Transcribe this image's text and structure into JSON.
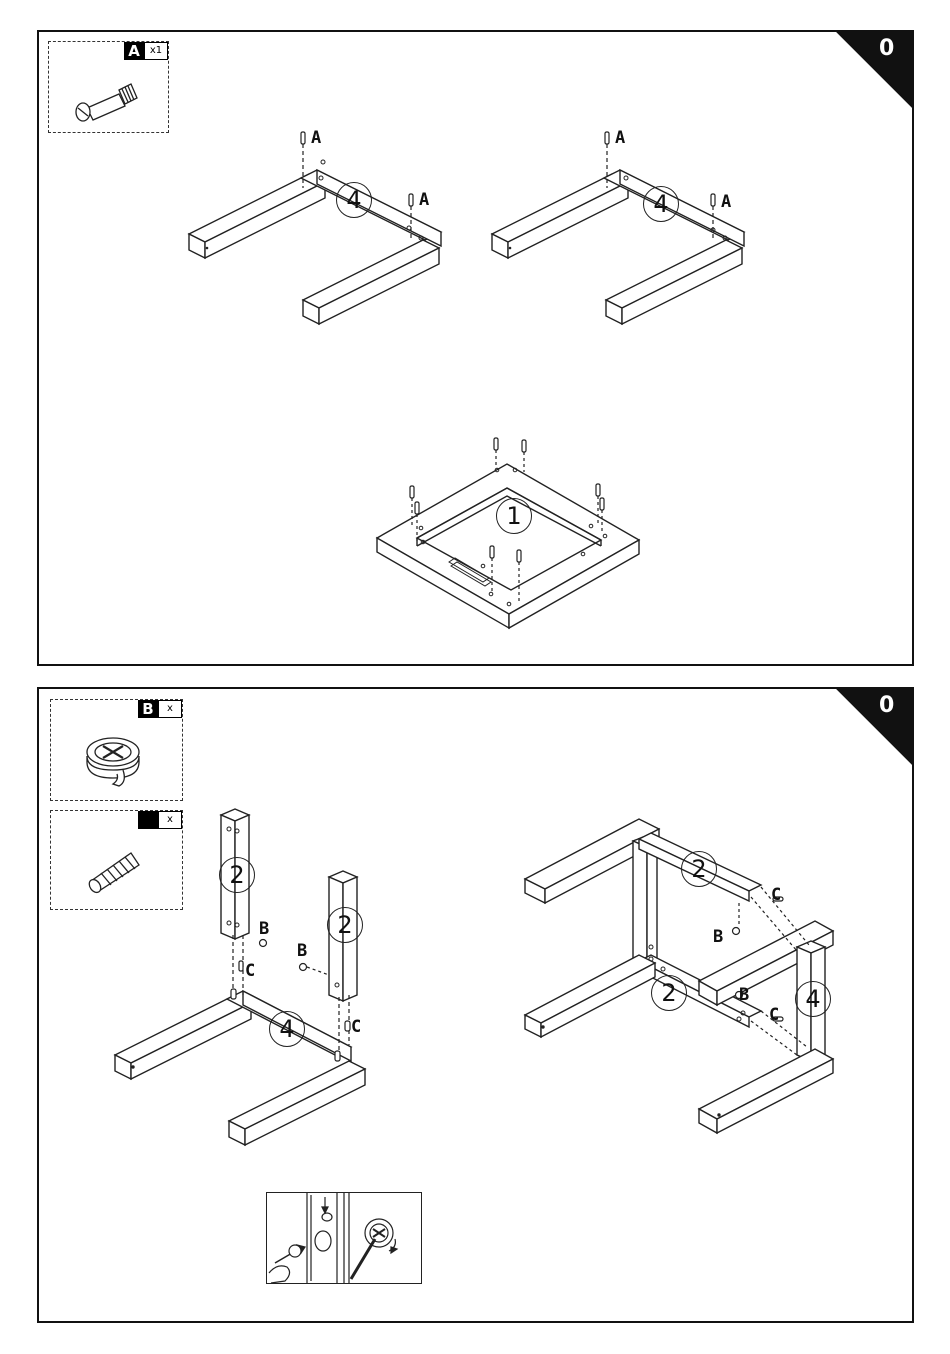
{
  "panels": [
    {
      "step_number": "0",
      "parts": [
        {
          "code": "A",
          "qty": "x1",
          "icon": "cam-bolt-icon"
        }
      ],
      "labels": {
        "a1": "A",
        "a2": "A",
        "a3": "A",
        "a4": "A"
      },
      "part_numbers": {
        "frame_left": "4",
        "frame_right": "4",
        "top_frame": "1"
      }
    },
    {
      "step_number": "0",
      "parts": [
        {
          "code": "B",
          "qty": "x",
          "icon": "cam-lock-icon"
        },
        {
          "code": "",
          "qty": "x",
          "icon": "wood-dowel-icon"
        }
      ],
      "labels": {
        "b1": "B",
        "b2": "B",
        "b3": "B",
        "b4": "B",
        "c1": "C",
        "c2": "C",
        "c3": "C",
        "c4": "C"
      },
      "part_numbers": {
        "post_left": "2",
        "post_right": "2",
        "rail_left": "4",
        "side_top": "2",
        "side_bottom": "2",
        "side_end": "4"
      },
      "detail_icons": [
        "cam-lock-insert-icon",
        "screwdriver-tighten-icon"
      ]
    }
  ]
}
